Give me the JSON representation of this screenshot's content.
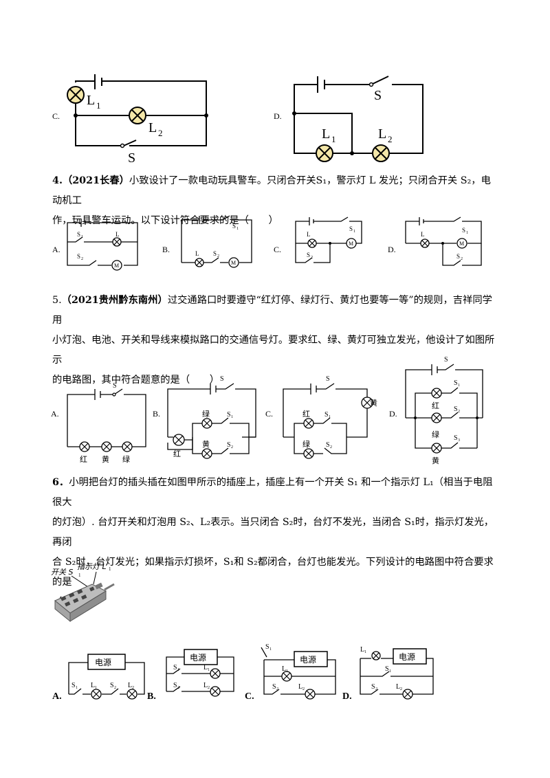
{
  "q3": {
    "option_c": "C.",
    "option_d": "D.",
    "c_labels": {
      "l1": "L",
      "l1_sub": "1",
      "l2": "L",
      "l2_sub": "2",
      "s": "S"
    },
    "d_labels": {
      "s": "S",
      "l1": "L",
      "l1_sub": "1",
      "l2": "L",
      "l2_sub": "2"
    }
  },
  "q4": {
    "num": "4.",
    "source": "（2021长春）",
    "line1": "小致设计了一款电动玩具警车。只闭合开关S₁，警示灯 L 发光；只闭合开关 S₂，电动机工",
    "line2": "作，玩具警车运动。以下设计符合要求的是（　　）",
    "options": [
      "A.",
      "B.",
      "C.",
      "D."
    ],
    "labels": {
      "s1": "S",
      "s2": "S",
      "s_sub1": "1",
      "s_sub2": "2",
      "l": "L",
      "m": "M"
    }
  },
  "q5": {
    "num": "5.",
    "source": "（2021贵州黔东南州）",
    "line1": "过交通路口时要遵守“红灯停、绿灯行、黄灯也要等一等”的规则，吉祥同学用",
    "line2": "小灯泡、电池、开关和导线来模拟路口的交通信号灯。要求红、绿、黄灯可独立发光，他设计了如图所示",
    "line3": "的电路图，其中符合题意的是（　　）",
    "options": [
      "A.",
      "B.",
      "C.",
      "D."
    ],
    "labels": {
      "s": "S",
      "s1": "S",
      "s2": "S",
      "s3": "S",
      "sub1": "1",
      "sub2": "2",
      "sub3": "3",
      "red": "红",
      "yellow": "黄",
      "green": "绿"
    }
  },
  "q6": {
    "num": "6．",
    "line1": "小明把台灯的插头插在如图甲所示的插座上，插座上有一个开关 S₁ 和一个指示灯 L₁（相当于电阻很大",
    "line2": "的灯泡）. 台灯开关和灯泡用 S₂、L₂表示。当只闭合 S₂时，台灯不发光，当闭合 S₁时，指示灯发光，再闭",
    "line3": "合 S₂时，台灯发光；如果指示灯损坏，S₁和 S₂都闭合，台灯也能发光。下列设计的电路图中符合要求的是",
    "line4": "（　　）",
    "photo_label_switch": "开关 S",
    "photo_label_switch_sub": "1",
    "photo_label_indicator": "指示灯 L",
    "photo_label_indicator_sub": "1",
    "options": [
      "A.",
      "B.",
      "C.",
      "D."
    ],
    "power": "电源",
    "labels": {
      "s": "S",
      "l": "L",
      "sub1": "1",
      "sub2": "2"
    }
  }
}
